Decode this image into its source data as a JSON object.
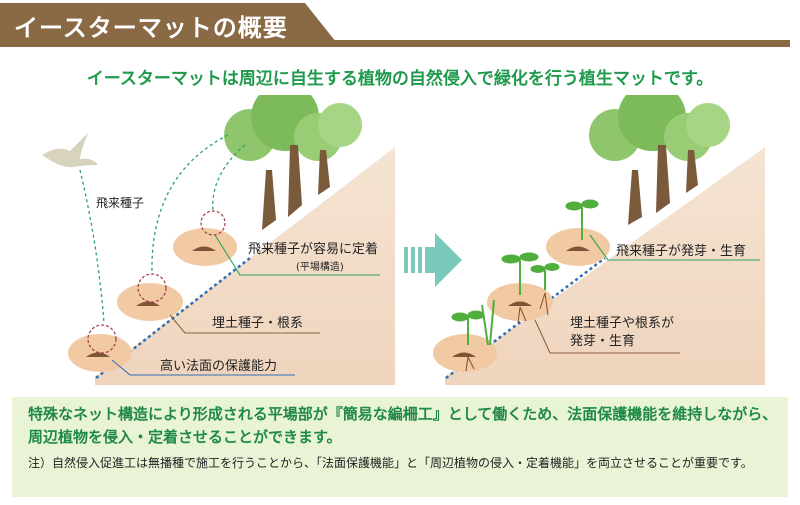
{
  "header": {
    "title": "イースターマットの概要",
    "color": "#8a6a45"
  },
  "subtitle": "イースターマットは周辺に自生する植物の自然侵入で緑化を行う植生マットです。",
  "left_diagram": {
    "label_flying_seed": "飛来種子",
    "label_fix": "飛来種子が容易に定着",
    "label_fix_sub": "(平場構造)",
    "label_buried": "埋土種子・根系",
    "label_protect": "高い法面の保護能力"
  },
  "right_diagram": {
    "label_germinate": "飛来種子が発芽・生育",
    "label_buried_line1": "埋土種子や根系が",
    "label_buried_line2": "発芽・生育"
  },
  "info": {
    "main": "特殊なネット構造により形成される平場部が『簡易な編柵工』として働くため、法面保護機能を維持しながら、周辺植物を侵入・定着させることができます。",
    "note": "注）自然侵入促進工は無播種で施工を行うことから、「法面保護機能」と「周辺植物の侵入・定着機能」を両立させることが重要です。"
  },
  "colors": {
    "accent_green": "#1f9a4c",
    "slope": "#f2dcc8",
    "arrow": "#79c9bd",
    "info_bg": "#e9f3d6"
  }
}
